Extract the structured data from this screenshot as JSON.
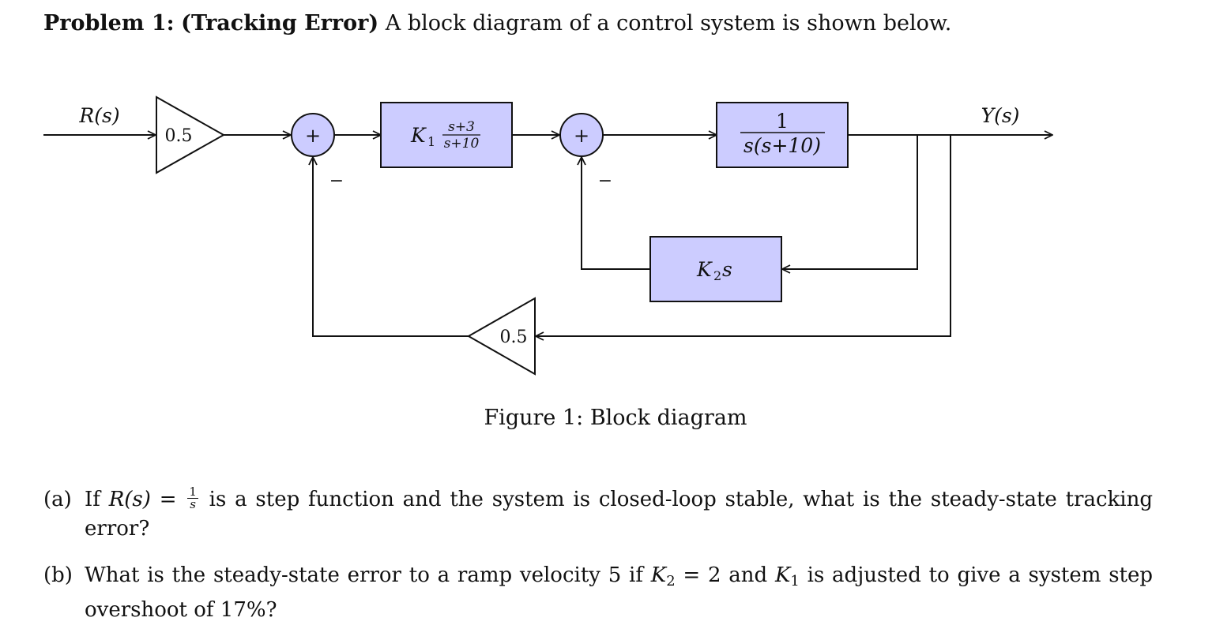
{
  "problem": {
    "label": "Problem 1:",
    "topic": "(Tracking Error)",
    "intro": "A block diagram of a control system is shown below."
  },
  "diagram": {
    "input_label": "R(s)",
    "output_label": "Y(s)",
    "input_gain": "0.5",
    "feedback_gain": "0.5",
    "sum1_sign_top": "+",
    "sum1_sign_bottom": "−",
    "sum2_sign_top": "+",
    "sum2_sign_bottom": "−",
    "controller": {
      "gain": "K",
      "gain_sub": "1",
      "num": "s+3",
      "den": "s+10"
    },
    "plant": {
      "num": "1",
      "den": "s(s+10)"
    },
    "tach_feedback": {
      "gain": "K",
      "gain_sub": "2",
      "var": "s"
    },
    "caption": "Figure 1: Block diagram",
    "colors": {
      "block_fill": "#ccccff",
      "stroke": "#111111"
    }
  },
  "questions": [
    {
      "label": "(a)",
      "pre": "If ",
      "lhs": "R(s)",
      "eq": " = ",
      "frac_num": "1",
      "frac_den": "s",
      "post": " is a step function and the system is closed-loop stable, what is the steady-state tracking error?"
    },
    {
      "label": "(b)",
      "part1": "What is the steady-state error to a ramp velocity 5 if ",
      "k2": "K",
      "k2_sub": "2",
      "k2_val": " = 2 and ",
      "k1": "K",
      "k1_sub": "1",
      "part2": " is adjusted to give a system step overshoot of 17%?"
    }
  ]
}
